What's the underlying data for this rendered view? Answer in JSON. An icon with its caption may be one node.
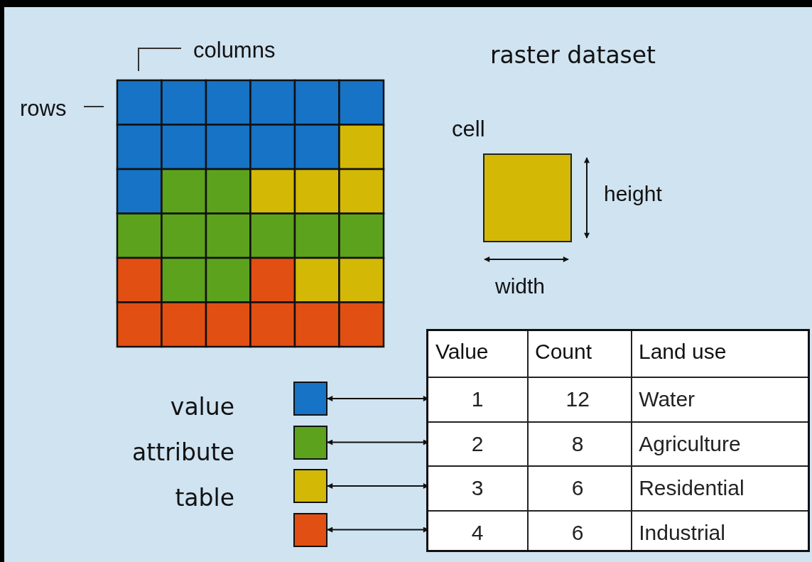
{
  "diagram": {
    "title": "raster dataset",
    "nodes": [
      {
        "text": [],
        "shape": "box"
      },
      {
        "text": [],
        "shape": "box"
      },
      {
        "text": [],
        "shape": "box"
      },
      {
        "text": [],
        "shape": "box"
      },
      {
        "text": [
          "1",
          "12",
          "Water"
        ]
      },
      {
        "text": [
          "2",
          "8",
          "Agriculture"
        ]
      },
      {
        "text": [
          "3",
          "6",
          "Residential"
        ]
      },
      {
        "text": [
          "4",
          "6",
          "Industrial"
        ]
      },
      {
        "text": [
          "cell"
        ]
      }
    ],
    "edges": [
      {
        "from": 0,
        "to": 4,
        "arrow": "both"
      },
      {
        "from": 1,
        "to": 5,
        "arrow": "both"
      },
      {
        "from": 2,
        "to": 6,
        "arrow": "both"
      },
      {
        "from": 3,
        "to": 7,
        "arrow": "both"
      }
    ],
    "labels": [
      "columns",
      "rows",
      "height",
      "width",
      "value attribute table",
      "Value",
      "Count",
      "Land use"
    ]
  }
}
